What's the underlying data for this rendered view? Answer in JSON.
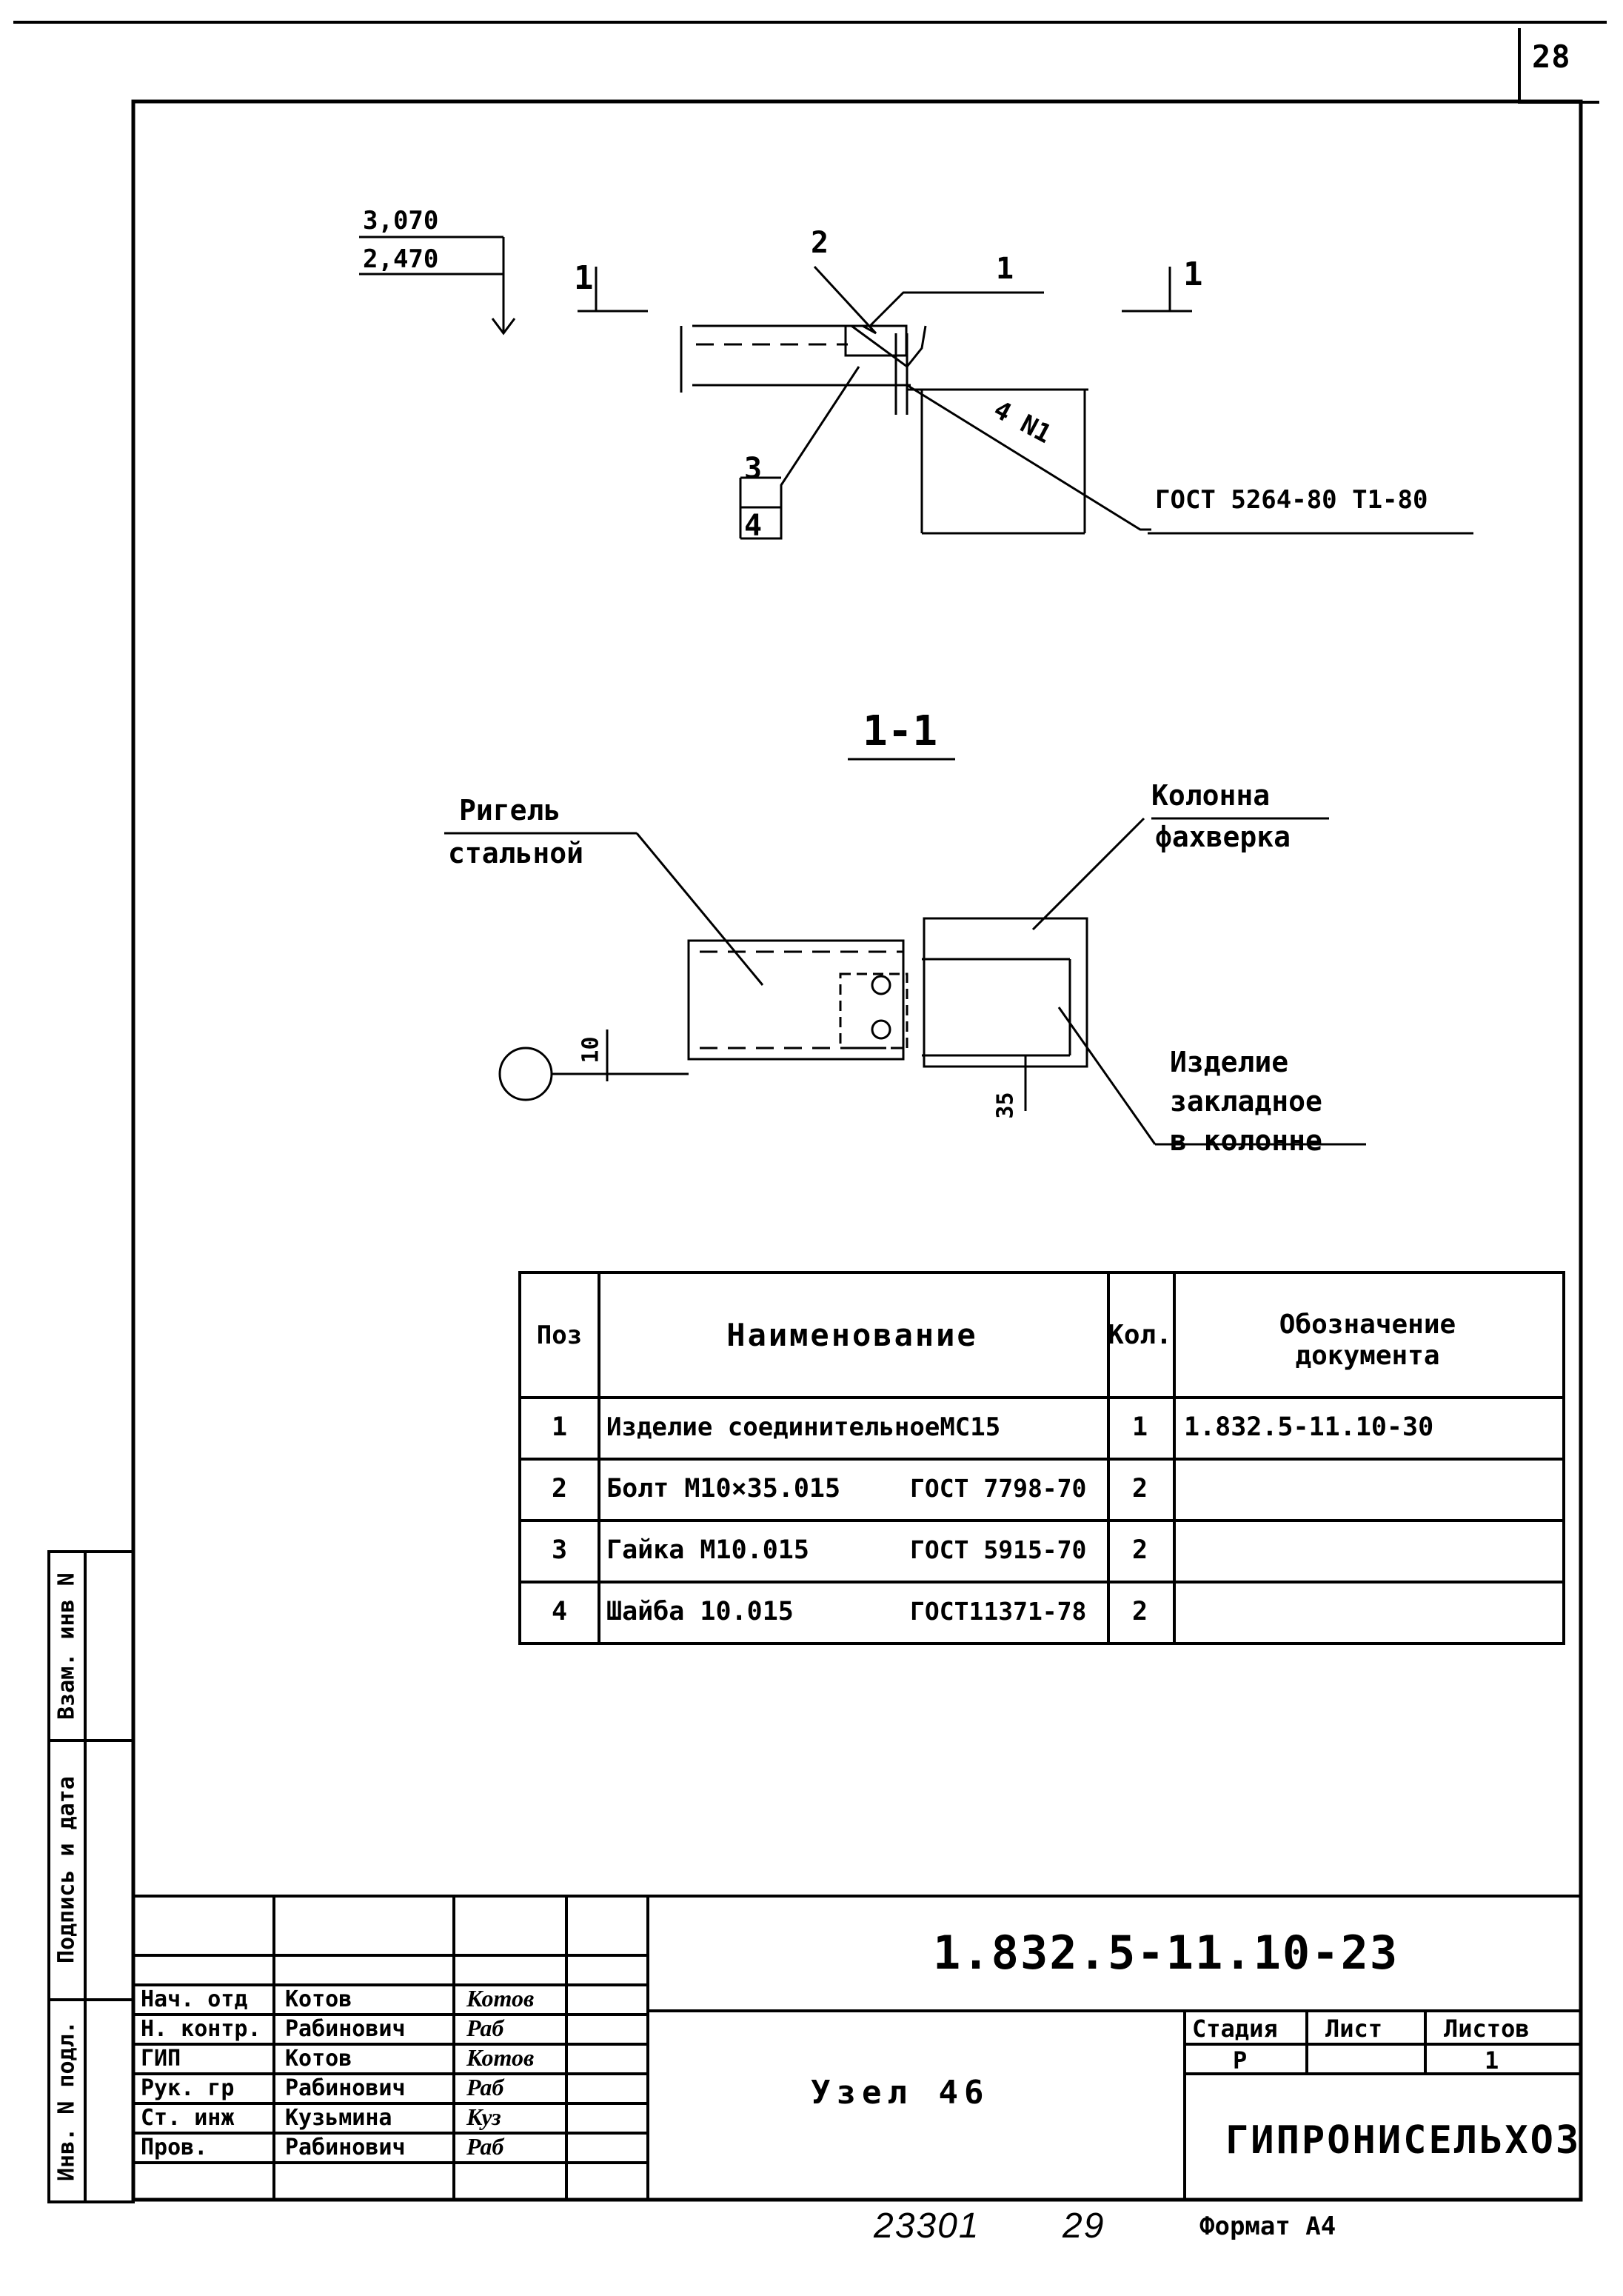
{
  "sheet_number": "28",
  "top_view": {
    "level_upper": "3,070",
    "level_lower": "2,470",
    "section_mark_left": "1",
    "section_mark_right": "1",
    "callout_2": "2",
    "callout_1": "1",
    "callout_3": "3",
    "callout_4": "4",
    "weld_note": "4 N1",
    "standard_note": "ГОСТ 5264-80 Т1-80"
  },
  "section_view": {
    "section_title": "1-1",
    "label_beam_line1": "Ригель",
    "label_beam_line2": "стальной",
    "label_column_line1": "Колонна",
    "label_column_line2": "фахверка",
    "label_embed_line1": "Изделие",
    "label_embed_line2": "закладное",
    "label_embed_line3": "в колонне",
    "dim_10": "10",
    "dim_35": "35"
  },
  "spec_table": {
    "headers": {
      "pos": "Поз",
      "name": "Наименование",
      "qty": "Кол.",
      "doc_line1": "Обозначение",
      "doc_line2": "документа"
    },
    "rows": [
      {
        "pos": "1",
        "name": "Изделие соединительноеМС15",
        "standard": "",
        "qty": "1",
        "doc": "1.832.5-11.10-30"
      },
      {
        "pos": "2",
        "name": "Болт М10×35.015",
        "standard": "ГОСТ 7798-70",
        "qty": "2",
        "doc": ""
      },
      {
        "pos": "3",
        "name": "Гайка М10.015",
        "standard": "ГОСТ 5915-70",
        "qty": "2",
        "doc": ""
      },
      {
        "pos": "4",
        "name": "Шайба 10.015",
        "standard": "ГОСТ11371-78",
        "qty": "2",
        "doc": ""
      }
    ]
  },
  "left_margin": {
    "field1": "Взам. инв N",
    "field2": "Подпись и дата",
    "field3": "Инв. N подл."
  },
  "title_block": {
    "document_code": "1.832.5-11.10-23",
    "drawing_name": "Узел 46",
    "stage_header": "Стадия",
    "sheet_header": "Лист",
    "sheets_header": "Листов",
    "stage_value": "Р",
    "sheet_value": "",
    "sheets_value": "1",
    "organization": "ГИПРОНИСЕЛЬХОЗ",
    "roles": [
      {
        "role": "Нач. отд",
        "name": "Котов",
        "signature": "Котов"
      },
      {
        "role": "Н. контр.",
        "name": "Рабинович",
        "signature": "Раб"
      },
      {
        "role": "ГИП",
        "name": "Котов",
        "signature": "Котов"
      },
      {
        "role": "Рук. гр",
        "name": "Рабинович",
        "signature": "Раб"
      },
      {
        "role": "Ст. инж",
        "name": "Кузьмина",
        "signature": "Куз"
      },
      {
        "role": "Пров.",
        "name": "Рабинович",
        "signature": "Раб"
      }
    ]
  },
  "footer": {
    "handwritten_number": "23301",
    "handwritten_page": "29",
    "format_label": "Формат А4"
  }
}
